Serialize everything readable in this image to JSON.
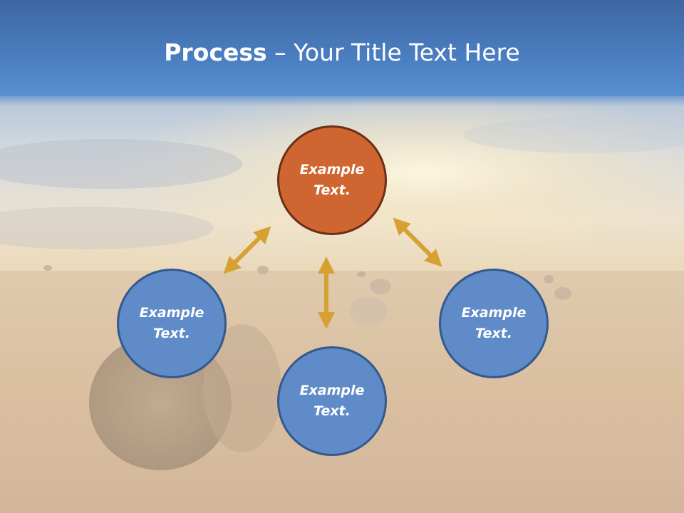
{
  "title": {
    "bold": "Process",
    "rest": " – Your Title Text Here"
  },
  "nodes": {
    "top": {
      "line1": "Example",
      "line2": "Text."
    },
    "left": {
      "line1": "Example",
      "line2": "Text."
    },
    "bottom": {
      "line1": "Example",
      "line2": "Text."
    },
    "right": {
      "line1": "Example",
      "line2": "Text."
    }
  },
  "colors": {
    "title_bar": "#4677b8",
    "top_node": "#cf6631",
    "blue_node": "#5f8bc8",
    "arrow": "#d7a032"
  },
  "background": "faded photo of a wheat field with hay bales under a sunset sky"
}
